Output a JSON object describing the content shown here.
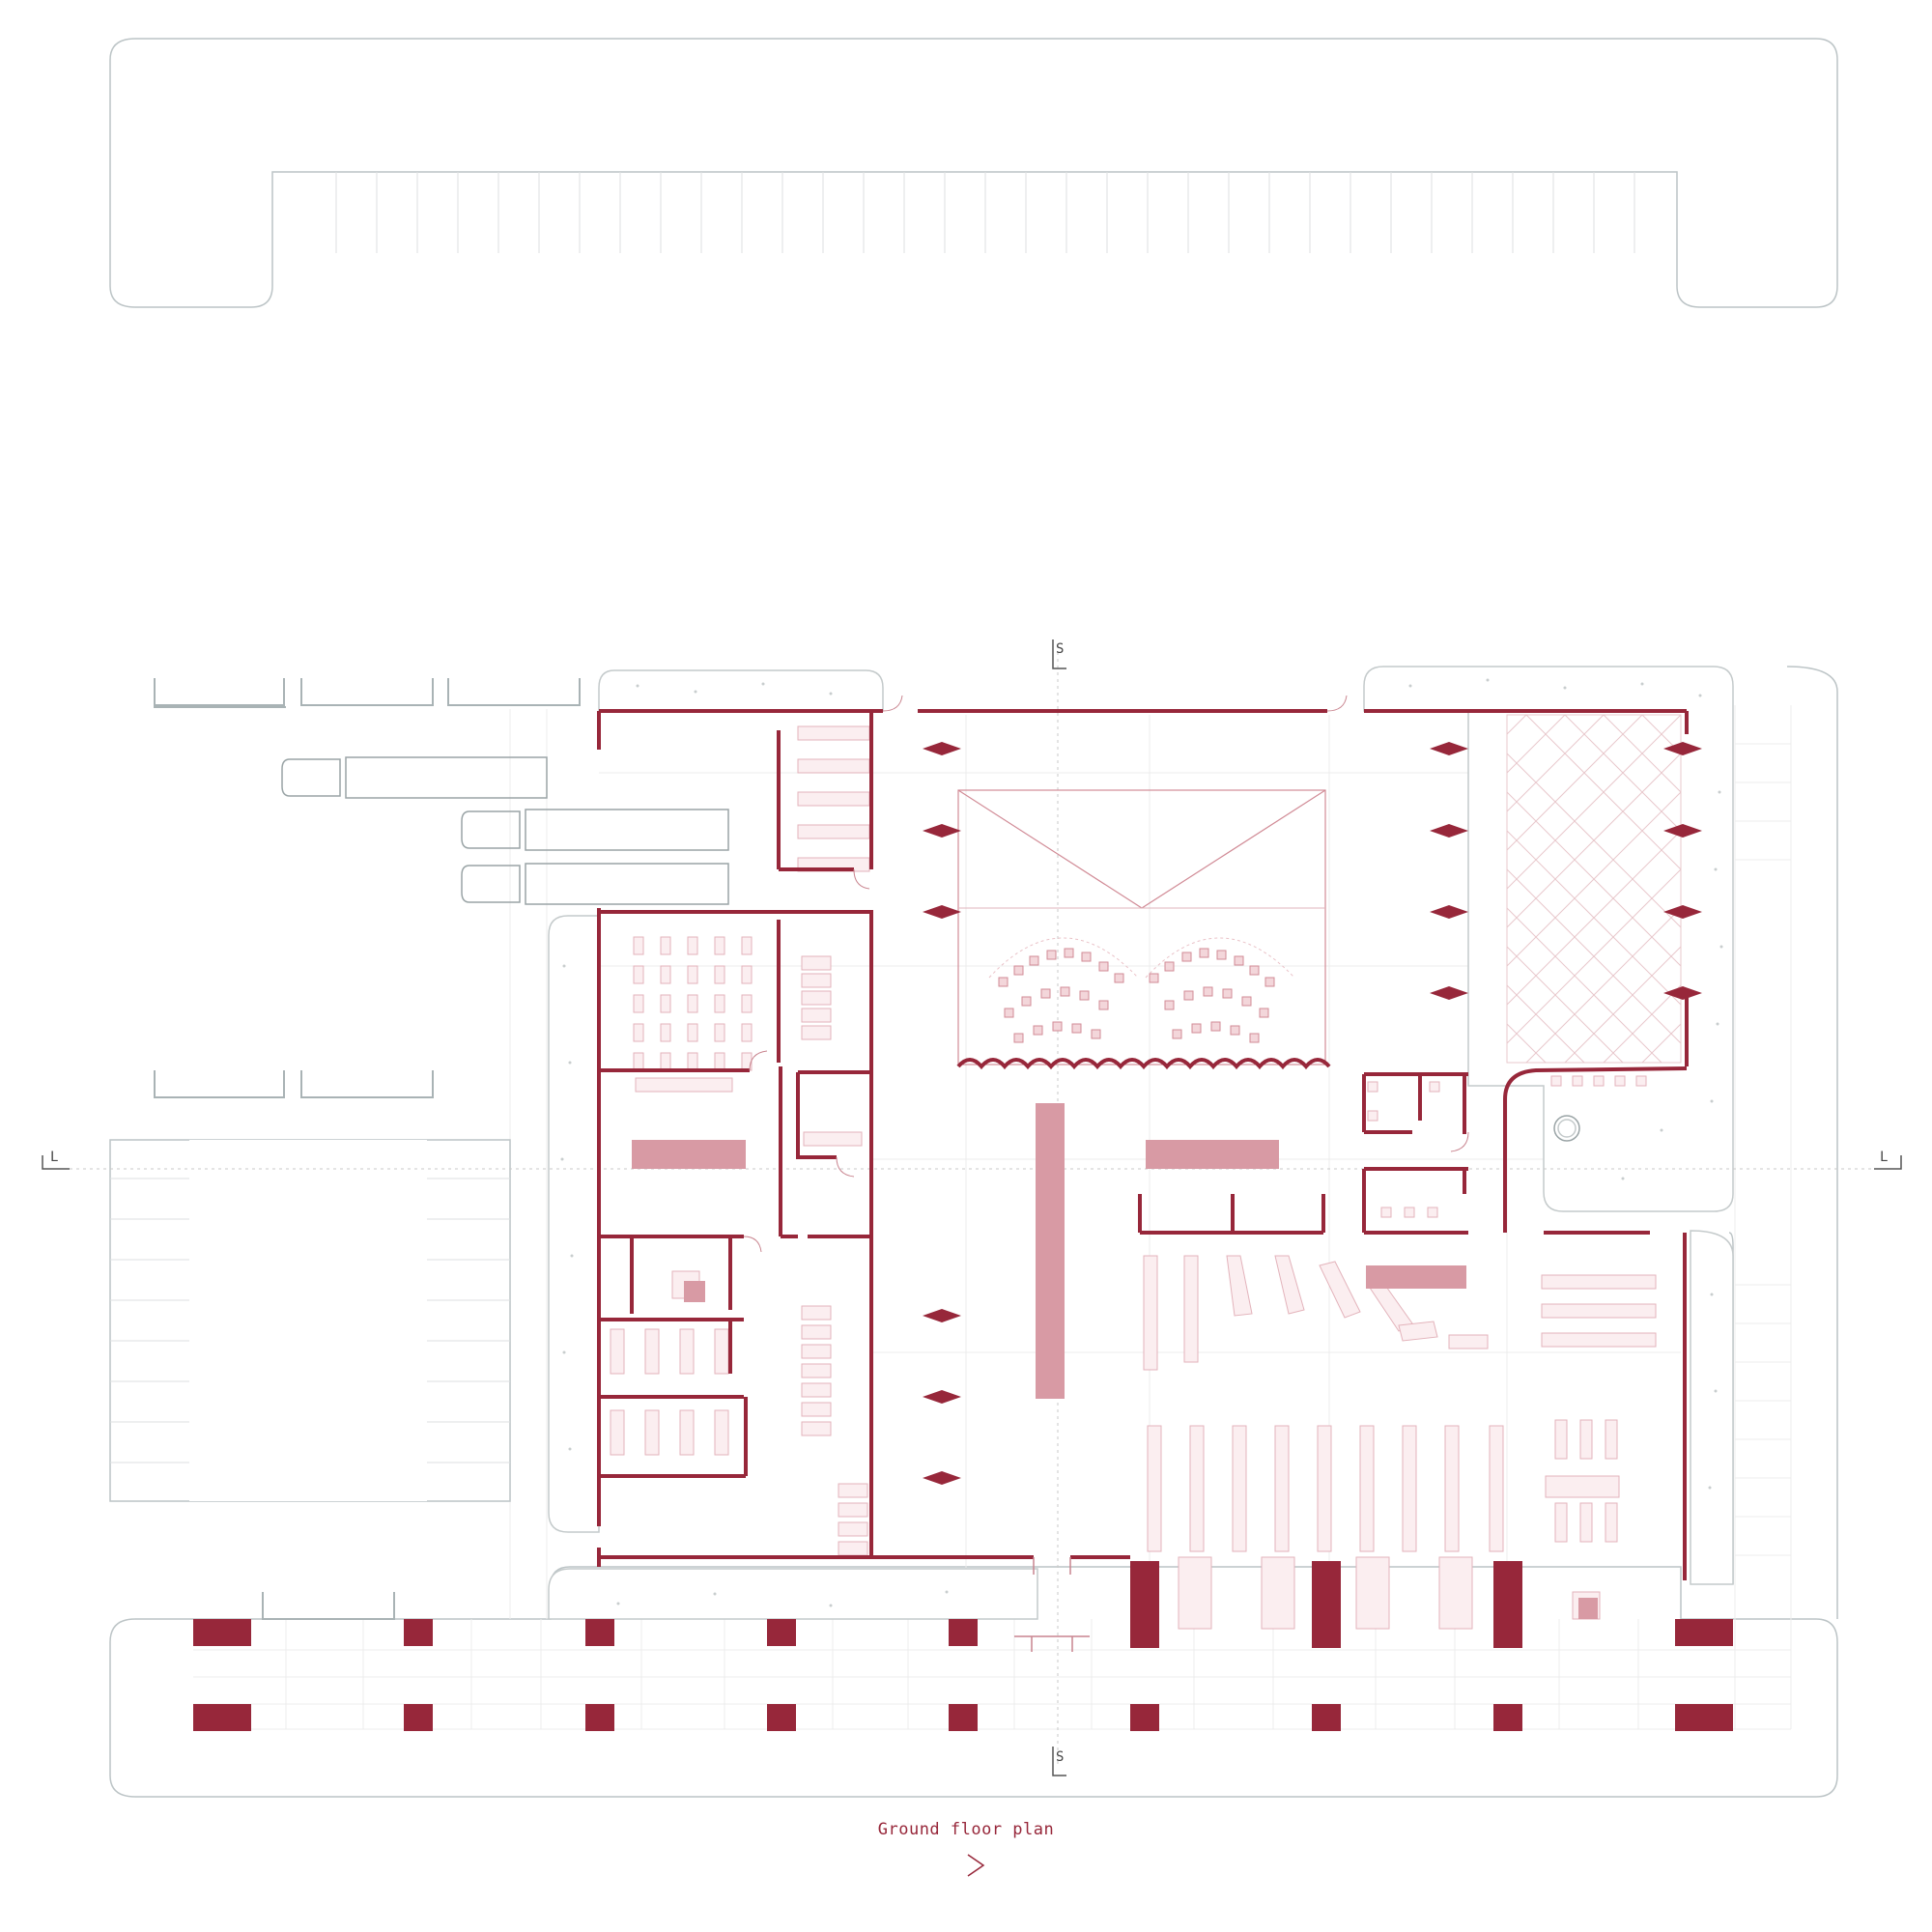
{
  "drawing": {
    "caption": "Ground floor plan",
    "section_marks": {
      "vertical": "S",
      "horizontal": "L"
    },
    "north_arrow_icon": "chevron-right-icon"
  },
  "palette": {
    "wall": "#97273a",
    "wall_light": "#e5b6bd",
    "fill_light": "#d89aa4",
    "site_line": "#bcc4c6",
    "grid_line": "#eaeaea",
    "caption": "#97273a"
  }
}
